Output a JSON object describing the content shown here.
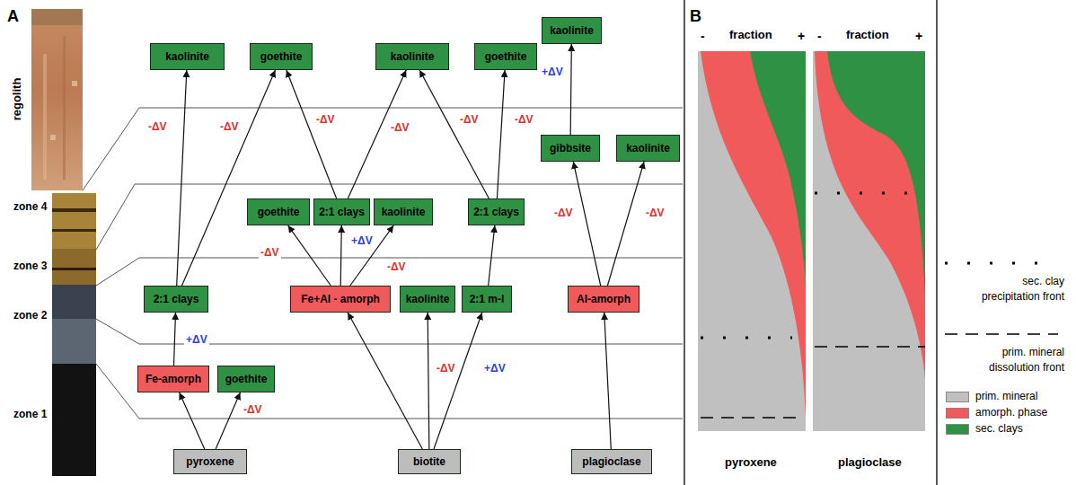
{
  "diagram": {
    "nodes": [
      {
        "text": [
          "kaolinite"
        ]
      },
      {
        "text": [
          "kaolinite"
        ]
      },
      {
        "text": [
          "goethite"
        ]
      },
      {
        "text": [
          "kaolinite"
        ]
      },
      {
        "text": [
          "goethite"
        ]
      },
      {
        "text": [
          "gibbsite"
        ]
      },
      {
        "text": [
          "kaolinite"
        ]
      },
      {
        "text": [
          "goethite"
        ]
      },
      {
        "text": [
          "2:1 clays"
        ]
      },
      {
        "text": [
          "kaolinite"
        ]
      },
      {
        "text": [
          "2:1 clays"
        ]
      },
      {
        "text": [
          "2:1 clays"
        ]
      },
      {
        "text": [
          "Fe+Al - amorph"
        ]
      },
      {
        "text": [
          "kaolinite"
        ]
      },
      {
        "text": [
          "2:1 m-l"
        ]
      },
      {
        "text": [
          "Al-amorph"
        ]
      },
      {
        "text": [
          "Fe-amorph"
        ]
      },
      {
        "text": [
          "goethite"
        ]
      },
      {
        "text": [
          "pyroxene"
        ]
      },
      {
        "text": [
          "biotite"
        ]
      },
      {
        "text": [
          "plagioclase"
        ]
      }
    ],
    "edges": [
      {
        "from": 18,
        "to": 16,
        "arrow": "to"
      },
      {
        "from": 18,
        "to": 17,
        "arrow": "to",
        "label": "-ΔV"
      },
      {
        "from": 16,
        "to": 11,
        "arrow": "to",
        "label": "+ΔV"
      },
      {
        "from": 11,
        "to": 1,
        "arrow": "to",
        "label": "-ΔV"
      },
      {
        "from": 11,
        "to": 2,
        "arrow": "to",
        "label": "-ΔV"
      },
      {
        "from": 19,
        "to": 12,
        "arrow": "to"
      },
      {
        "from": 19,
        "to": 13,
        "arrow": "to",
        "label": "-ΔV"
      },
      {
        "from": 19,
        "to": 14,
        "arrow": "to",
        "label": "+ΔV"
      },
      {
        "from": 12,
        "to": 7,
        "arrow": "to",
        "label": "-ΔV"
      },
      {
        "from": 12,
        "to": 8,
        "arrow": "to",
        "label": "+ΔV"
      },
      {
        "from": 12,
        "to": 9,
        "arrow": "to",
        "label": "-ΔV"
      },
      {
        "from": 8,
        "to": 2,
        "arrow": "to",
        "label": "-ΔV"
      },
      {
        "from": 8,
        "to": 3,
        "arrow": "to",
        "label": "-ΔV"
      },
      {
        "from": 14,
        "to": 10,
        "arrow": "to"
      },
      {
        "from": 10,
        "to": 3,
        "arrow": "to",
        "label": "-ΔV"
      },
      {
        "from": 10,
        "to": 4,
        "arrow": "to",
        "label": "-ΔV"
      },
      {
        "from": 20,
        "to": 15,
        "arrow": "to"
      },
      {
        "from": 15,
        "to": 5,
        "arrow": "to",
        "label": "-ΔV"
      },
      {
        "from": 15,
        "to": 6,
        "arrow": "to",
        "label": "-ΔV"
      },
      {
        "from": 5,
        "to": 0,
        "arrow": "to",
        "label": "+ΔV"
      }
    ],
    "labels": [
      "A",
      "regolith",
      "zone 4",
      "zone 3",
      "zone 2",
      "zone 1",
      "B",
      "-",
      "fraction",
      "+",
      "-",
      "fraction",
      "+",
      "pyroxene",
      "plagioclase"
    ],
    "legend": [
      {
        "text": "sec. clay precipitation front"
      },
      {
        "text": "prim. mineral dissolution front"
      },
      {
        "text": "prim. mineral",
        "color": "#c0c0c0"
      },
      {
        "text": "amorph. phase",
        "color": "#f05a5a"
      },
      {
        "text": "sec. clays",
        "color": "#2f9143"
      }
    ]
  }
}
